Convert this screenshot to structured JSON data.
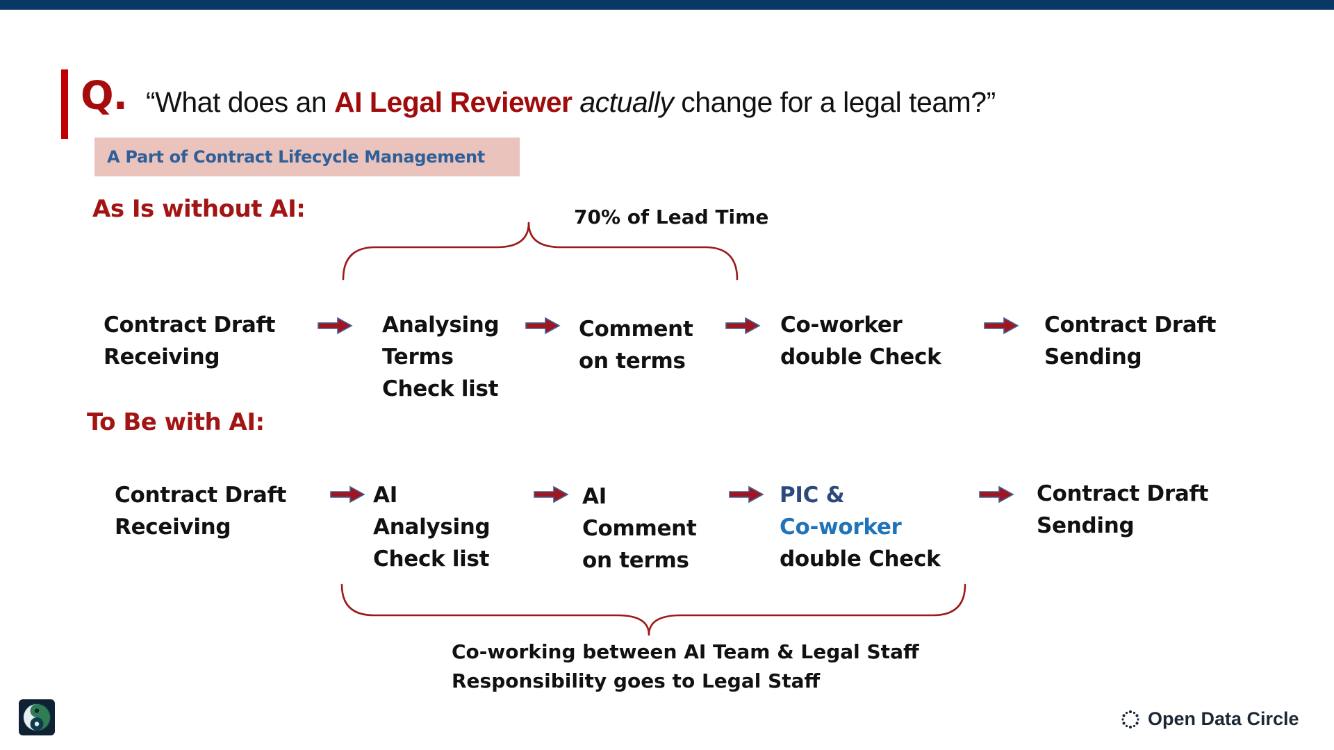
{
  "title": {
    "q": "Q.",
    "part1": "“What does an ",
    "highlight": "AI Legal Reviewer",
    "sep": " ",
    "italic_word": "actually",
    "part2": " change for a legal team?”"
  },
  "badge": "A Part of Contract Lifecycle Management",
  "sections": {
    "as_is": "As Is without AI:",
    "to_be": "To Be with AI:"
  },
  "annotations": {
    "lead_time": "70% of Lead Time",
    "co_working": "Co-working between AI Team & Legal Staff\nResponsibility goes to Legal Staff"
  },
  "as_is_flow": [
    "Contract Draft\nReceiving",
    "Analysing\nTerms\nCheck list",
    "Comment\non terms",
    "Co-worker\ndouble Check",
    "Contract Draft\nSending"
  ],
  "to_be_flow": {
    "step1": "Contract Draft\nReceiving",
    "step2": "AI\nAnalysing\nCheck list",
    "step3": "AI\nComment\non terms",
    "step4_line1": "PIC &",
    "step4_line2": "Co-worker",
    "step4_line3": "double Check",
    "step5": "Contract Draft\nSending"
  },
  "footer": {
    "brand": "Open Data Circle"
  },
  "icons": {
    "arrow": "arrow-right-icon",
    "logo": "yin-yang-globe-logo",
    "brand_mark": "dotted-circle-icon"
  },
  "colors": {
    "top_bar": "#0a3866",
    "accent_red": "#c00000",
    "dark_red_text": "#a31414",
    "arrow_fill": "#9f1522",
    "arrow_stroke": "#44618f",
    "brace_stroke": "#9c1a1a",
    "badge_bg": "#eac3bd",
    "badge_text": "#2d5f99",
    "pic_blue_dark": "#2c4b7c",
    "pic_blue_light": "#2173b9",
    "body_text": "#111111",
    "brand_text": "#1c2836"
  }
}
